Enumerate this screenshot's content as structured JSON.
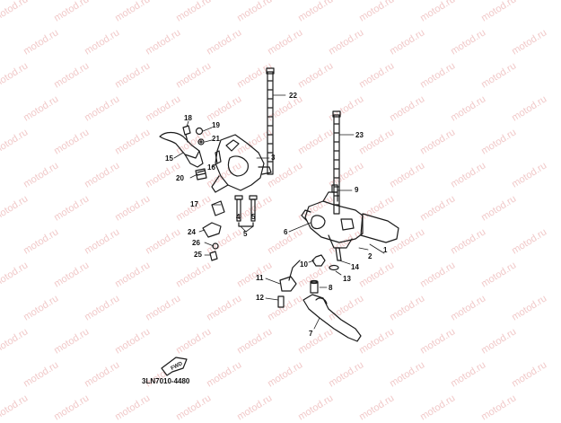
{
  "watermark_text": "motod.ru",
  "part_numbers": [
    "1",
    "2",
    "3",
    "4",
    "5",
    "6",
    "7",
    "8",
    "9",
    "10",
    "11",
    "12",
    "13",
    "14",
    "15",
    "16",
    "17",
    "18",
    "19",
    "20",
    "21",
    "22",
    "23",
    "24",
    "25",
    "26"
  ],
  "diagram_code": "3LN7010-4480",
  "front_arrow_label": "FWD",
  "colors": {
    "ink": "#1a1a1a",
    "watermark": "#f1c9c9"
  }
}
